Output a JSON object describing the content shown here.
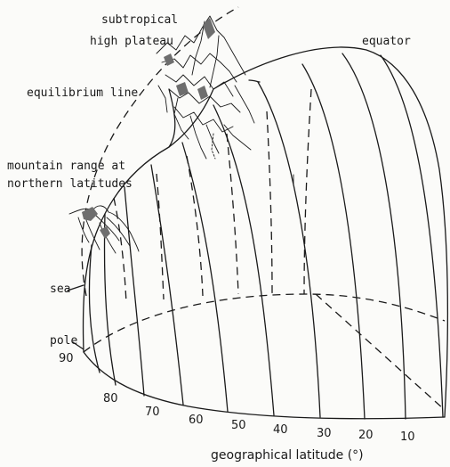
{
  "labels": {
    "subtropical_1": "subtropical",
    "subtropical_2": "high plateau",
    "equilibrium": "equilibrium line",
    "mountain_1": "mountain range at",
    "mountain_2": "northern latitudes",
    "sea": "sea",
    "pole": "pole",
    "equator": "equator"
  },
  "axis": {
    "title": "geographical latitude (°)",
    "ticks": [
      "90",
      "80",
      "70",
      "60",
      "50",
      "40",
      "30",
      "20",
      "10"
    ]
  },
  "colors": {
    "ink": "#1a1a1a",
    "glacier_fill": "#6e6e6e"
  }
}
